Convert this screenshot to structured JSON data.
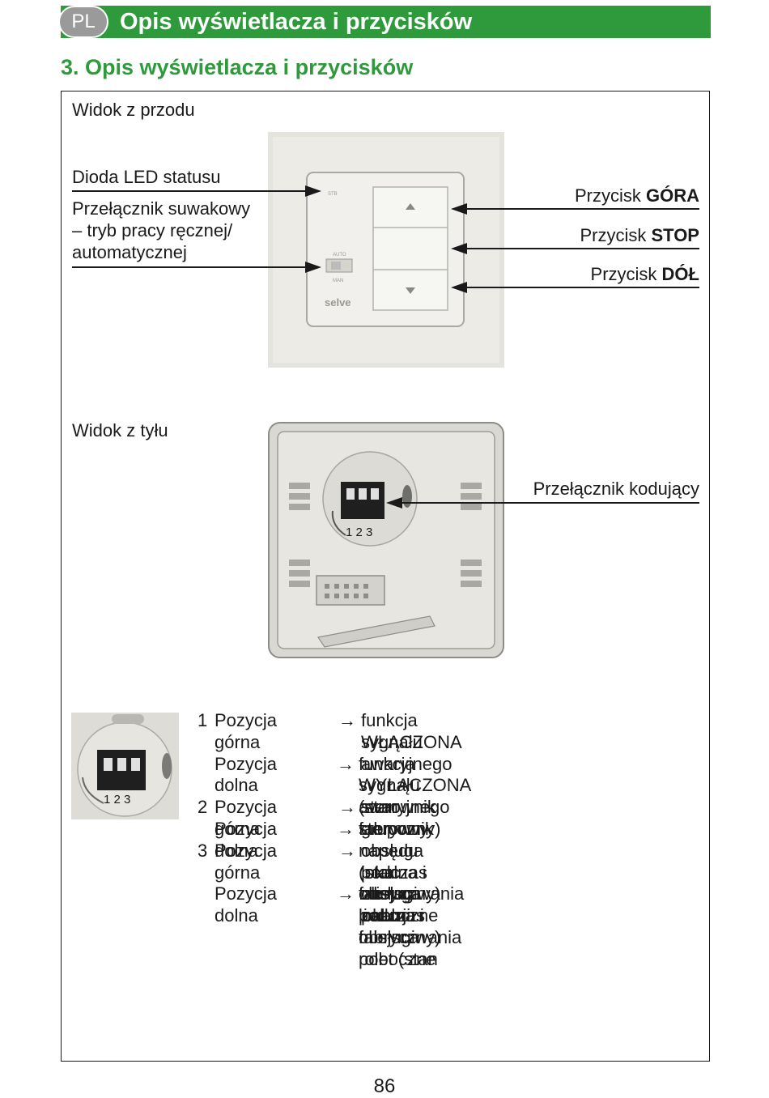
{
  "header": {
    "lang": "PL",
    "title": "Opis wyświetlacza i przycisków"
  },
  "section_title": "3. Opis wyświetlacza i przycisków",
  "front": {
    "label": "Widok z przodu",
    "led_label": "Dioda LED statusu",
    "slider_label_1": "Przełącznik suwakowy",
    "slider_label_2": "– tryb pracy ręcznej/",
    "slider_label_3": "automatycznej",
    "btn_prefix": "Przycisk",
    "btn_up": "GÓRA",
    "btn_stop": "STOP",
    "btn_down": "DÓŁ",
    "device_marks": {
      "led": "STB",
      "auto": "AUTO",
      "man": "MAN",
      "brand": "selve"
    }
  },
  "back": {
    "label": "Widok z tyłu",
    "coding_label": "Przełącznik kodujący",
    "switch_numbers": "1 2 3"
  },
  "positions": [
    {
      "num": "1",
      "pos": "Pozycja górna",
      "lines": [
        "funkcja sygnału awaryjnego",
        "WŁĄCZONA"
      ]
    },
    {
      "num": "",
      "pos": "Pozycja dolna",
      "lines": [
        "funkcja sygnału awaryjnego",
        "WYŁĄCZONA (stan fabryczny)"
      ]
    },
    {
      "num": "2",
      "pos": "Pozycja górna",
      "lines": [
        "sterownik grupowy"
      ]
    },
    {
      "num": "",
      "pos": "Pozycja dolna",
      "lines": [
        "sterownik napędu (stan fabryczny)"
      ]
    },
    {
      "num": "3",
      "pos": "Pozycja górna",
      "lines": [
        "obsługa lokalna i miejsca poboczne",
        "podczas obsługiwania żaluzji"
      ]
    },
    {
      "num": "",
      "pos": "Pozycja dolna",
      "lines": [
        "obsługa lokalna i miejsca poboczne",
        "podczas obsługiwania rolet (stan",
        "fabryczny)"
      ]
    }
  ],
  "arrow_glyph": "→",
  "page_number": "86"
}
